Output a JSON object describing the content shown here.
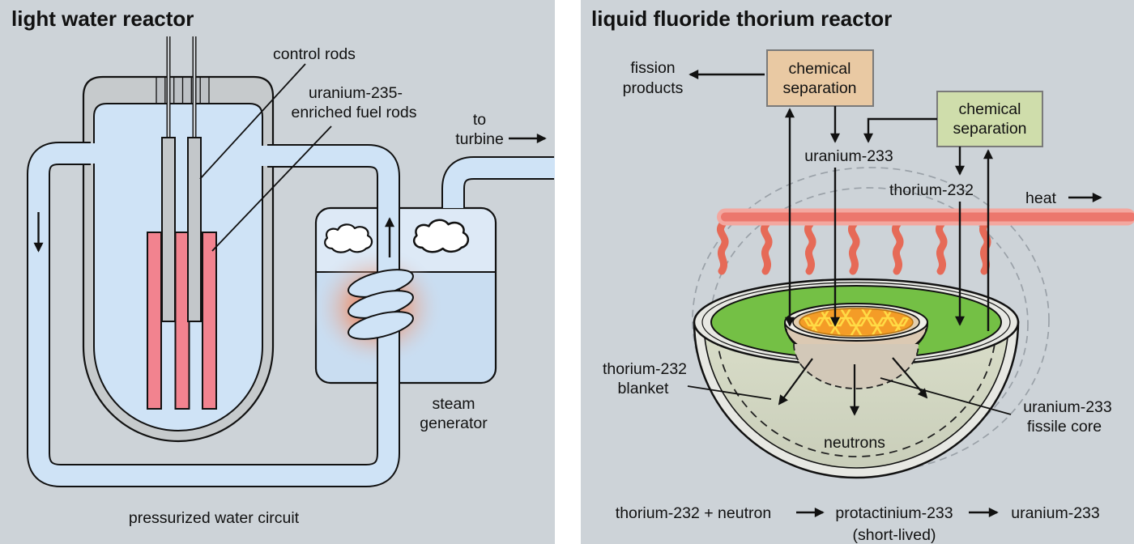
{
  "left_panel": {
    "title": "light water reactor",
    "labels": {
      "control_rods": "control rods",
      "fuel_rods_1": "uranium-235-",
      "fuel_rods_2": "enriched fuel rods",
      "to_turbine_1": "to",
      "to_turbine_2": "turbine",
      "steam_generator_1": "steam",
      "steam_generator_2": "generator",
      "water_circuit": "pressurized water circuit"
    }
  },
  "right_panel": {
    "title": "liquid fluoride thorium reactor",
    "chem_separation_fuel": {
      "line1": "chemical",
      "line2": "separation"
    },
    "chem_separation_blanket": {
      "line1": "chemical",
      "line2": "separation"
    },
    "labels": {
      "fission_1": "fission",
      "fission_2": "products",
      "uranium_233": "uranium-233",
      "thorium_232": "thorium-232",
      "heat": "heat",
      "blanket_1": "thorium-232",
      "blanket_2": "blanket",
      "core_1": "uranium-233",
      "core_2": "fissile core",
      "neutrons": "neutrons"
    },
    "equation": {
      "part1": "thorium-232 + neutron",
      "part2": "protactinium-233",
      "part2_note": "(short-lived)",
      "part3": "uranium-233"
    }
  },
  "colors": {
    "background": "#cdd3d8",
    "panel_divider": "#ffffff",
    "water_blue": "#cfe3f6",
    "metal_gray": "#c6cacc",
    "fuel_rod_pink": "#f2838f",
    "chem_box_fuel": "#e9c9a3",
    "chem_box_blanket": "#cfddab",
    "heat_pipe_red": "#ec776d",
    "blanket_green": "#74c045",
    "core_orange": "#f49c27"
  }
}
